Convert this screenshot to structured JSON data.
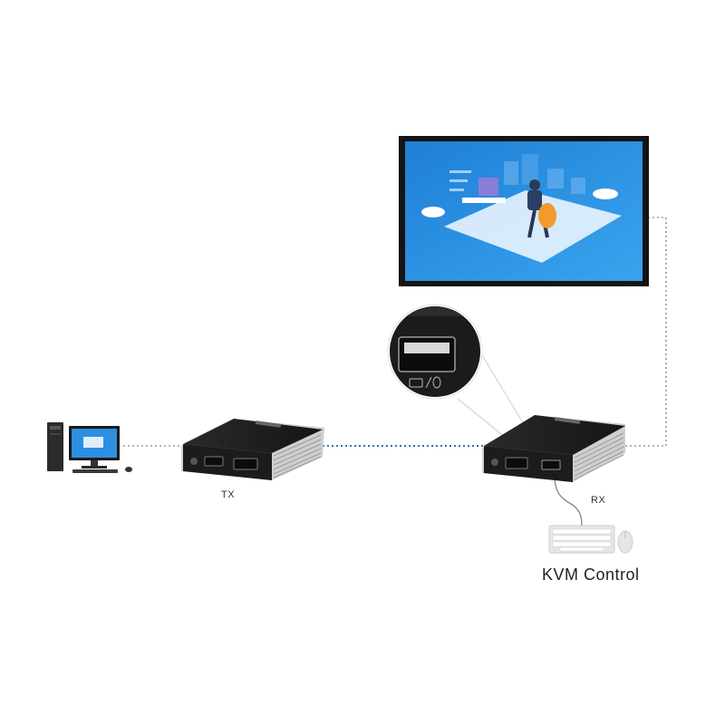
{
  "labels": {
    "tx": "TX",
    "rx": "RX",
    "kvm": "KVM  Control"
  },
  "devices": {
    "computer": "desktop-computer-icon",
    "transmitter": "tx-extender-device",
    "receiver": "rx-extender-device",
    "display": "tv-monitor-icon",
    "keyboard": "keyboard-icon",
    "mouse": "mouse-icon",
    "usb_port_zoom": "usb-port-detail"
  },
  "colors": {
    "network_link": "#2f6fb6",
    "cable_dotted": "#8a8a8a",
    "device_body": "#1e1e1e",
    "screen_blue": "#2a86d8"
  }
}
